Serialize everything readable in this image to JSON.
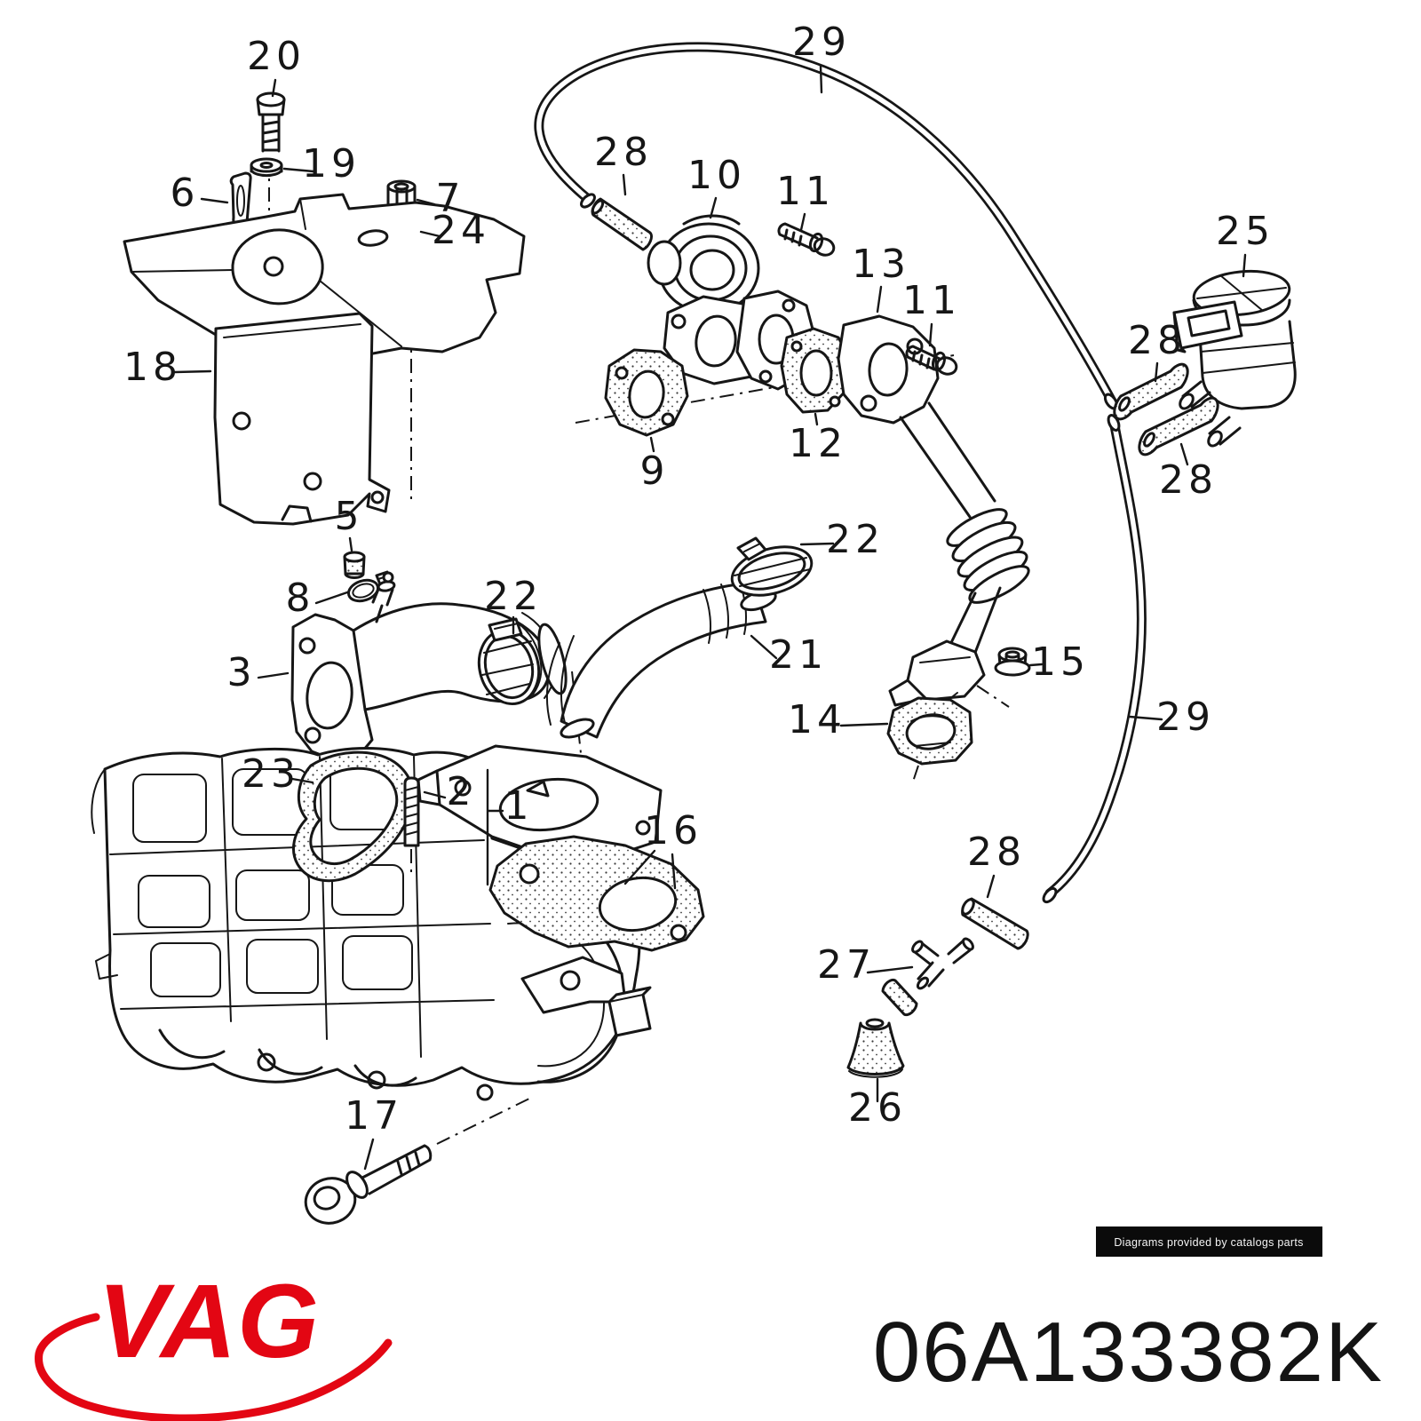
{
  "diagram": {
    "watermark": "Diagrams provided by catalogs parts",
    "part_code": "06A133382K",
    "brand": {
      "name": "VAG",
      "color": "#e30613"
    },
    "callouts": [
      {
        "number": "20"
      },
      {
        "number": "19"
      },
      {
        "number": "6"
      },
      {
        "number": "7"
      },
      {
        "number": "24"
      },
      {
        "number": "18"
      },
      {
        "number": "5"
      },
      {
        "number": "8"
      },
      {
        "number": "3"
      },
      {
        "number": "23"
      },
      {
        "number": "2"
      },
      {
        "number": "1"
      },
      {
        "number": "16"
      },
      {
        "number": "17"
      },
      {
        "number": "22"
      },
      {
        "number": "21"
      },
      {
        "number": "22"
      },
      {
        "number": "10"
      },
      {
        "number": "11"
      },
      {
        "number": "13"
      },
      {
        "number": "11"
      },
      {
        "number": "9"
      },
      {
        "number": "12"
      },
      {
        "number": "25"
      },
      {
        "number": "28"
      },
      {
        "number": "28"
      },
      {
        "number": "28"
      },
      {
        "number": "15"
      },
      {
        "number": "14"
      },
      {
        "number": "29"
      },
      {
        "number": "29"
      },
      {
        "number": "28"
      },
      {
        "number": "27"
      },
      {
        "number": "26"
      }
    ]
  },
  "colors": {
    "line": "#161616",
    "brand_red": "#e30613",
    "badge_bg": "#0b0b0b",
    "badge_text": "#f5f5f5",
    "background": "#ffffff"
  }
}
